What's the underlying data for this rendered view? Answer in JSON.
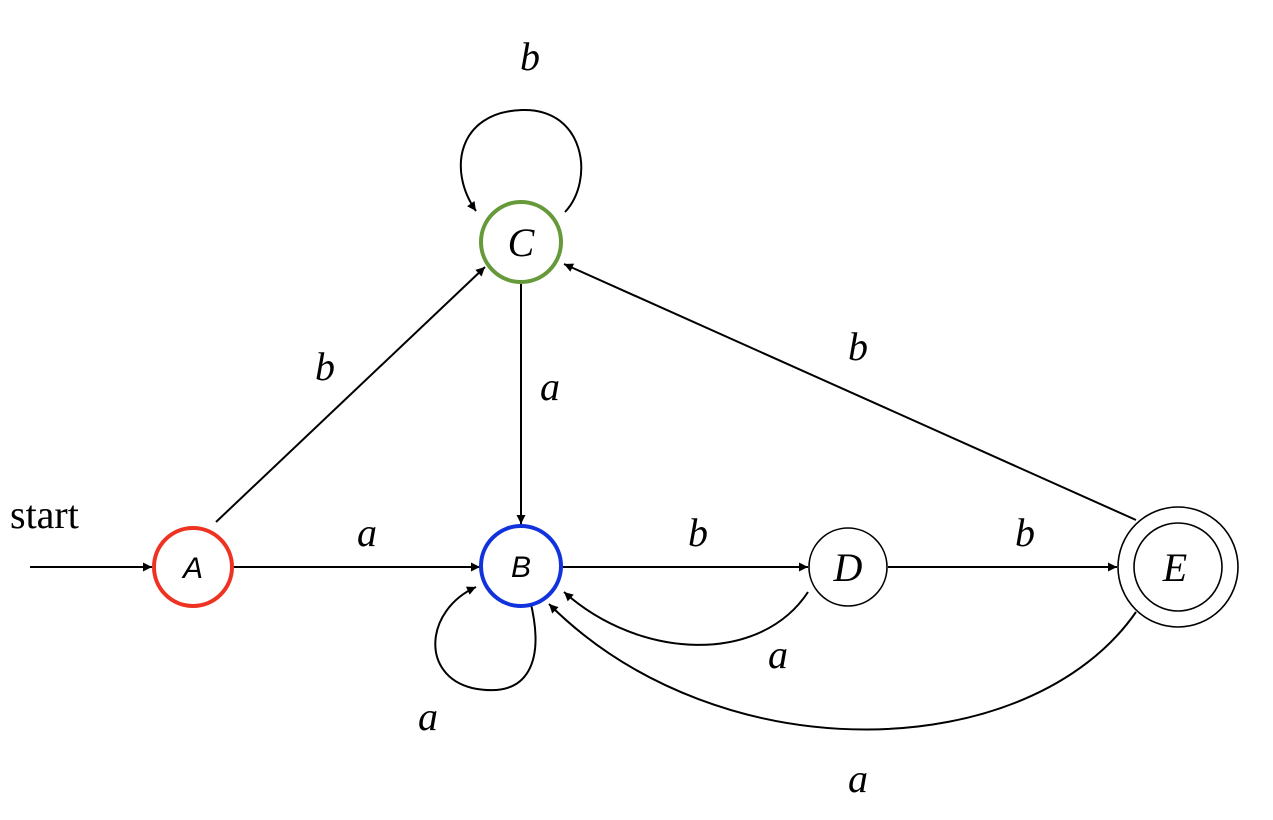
{
  "diagram": {
    "start_label": "start",
    "states": {
      "A": {
        "name": "A",
        "color": "#ee3322",
        "accepting": false,
        "initial": true
      },
      "B": {
        "name": "B",
        "color": "#1133dd",
        "accepting": false,
        "initial": false
      },
      "C": {
        "name": "C",
        "color": "#66993a",
        "accepting": false,
        "initial": false
      },
      "D": {
        "name": "D",
        "color": "#000000",
        "accepting": false,
        "initial": false
      },
      "E": {
        "name": "E",
        "color": "#000000",
        "accepting": true,
        "initial": false
      }
    },
    "transitions": [
      {
        "from": "A",
        "to": "B",
        "label": "a"
      },
      {
        "from": "A",
        "to": "C",
        "label": "b"
      },
      {
        "from": "B",
        "to": "B",
        "label": "a"
      },
      {
        "from": "B",
        "to": "D",
        "label": "b"
      },
      {
        "from": "C",
        "to": "B",
        "label": "a"
      },
      {
        "from": "C",
        "to": "C",
        "label": "b"
      },
      {
        "from": "D",
        "to": "B",
        "label": "a"
      },
      {
        "from": "D",
        "to": "E",
        "label": "b"
      },
      {
        "from": "E",
        "to": "B",
        "label": "a"
      },
      {
        "from": "E",
        "to": "C",
        "label": "b"
      }
    ]
  }
}
